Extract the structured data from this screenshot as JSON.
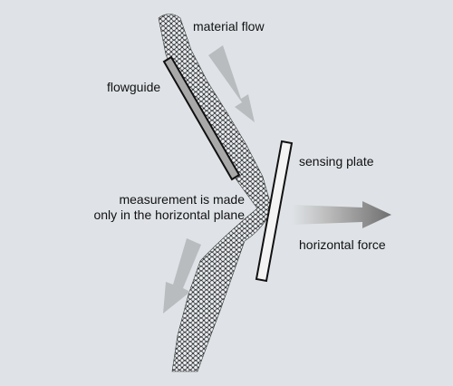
{
  "labels": {
    "material_flow": "material flow",
    "flowguide": "flowguide",
    "sensing_plate": "sensing plate",
    "measurement_line1": "measurement is made",
    "measurement_line2": "only in the horizontal plane",
    "horizontal_force": "horizontal force"
  },
  "colors": {
    "background": "#dfe3e7",
    "particle_fill": "#e9edf1",
    "particle_stroke": "#2b2b2b",
    "flowguide_fill": "#a9a9a9",
    "sensing_plate_fill": "#f4f4f4",
    "plate_edge": "#111111",
    "flow_arrow": "#b9bcbf",
    "force_arrow": "#808080"
  }
}
